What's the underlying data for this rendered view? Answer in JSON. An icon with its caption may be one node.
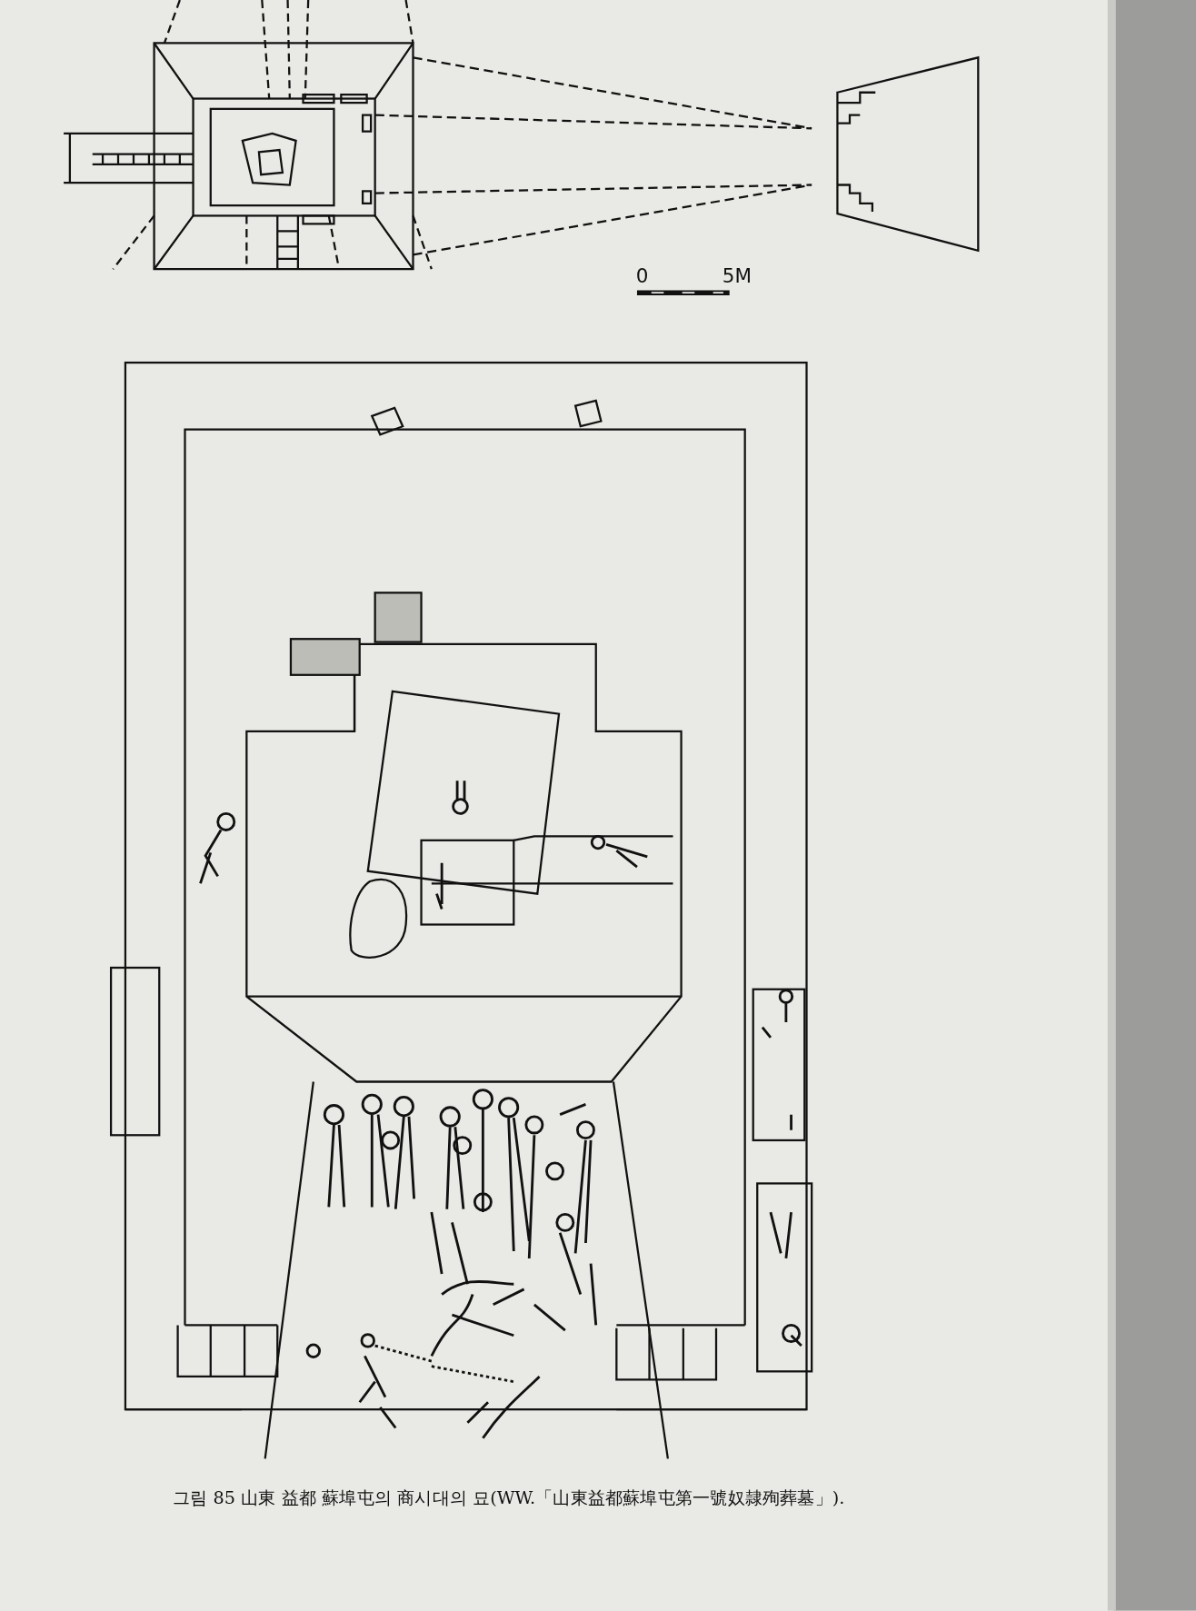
{
  "diagram": {
    "caption": "그림 85 山東 益都 蘇埠屯의 商시대의 묘(WW.「山東益都蘇埠屯第一號奴隷殉葬墓」).",
    "labels": [
      "0",
      "5M"
    ]
  }
}
